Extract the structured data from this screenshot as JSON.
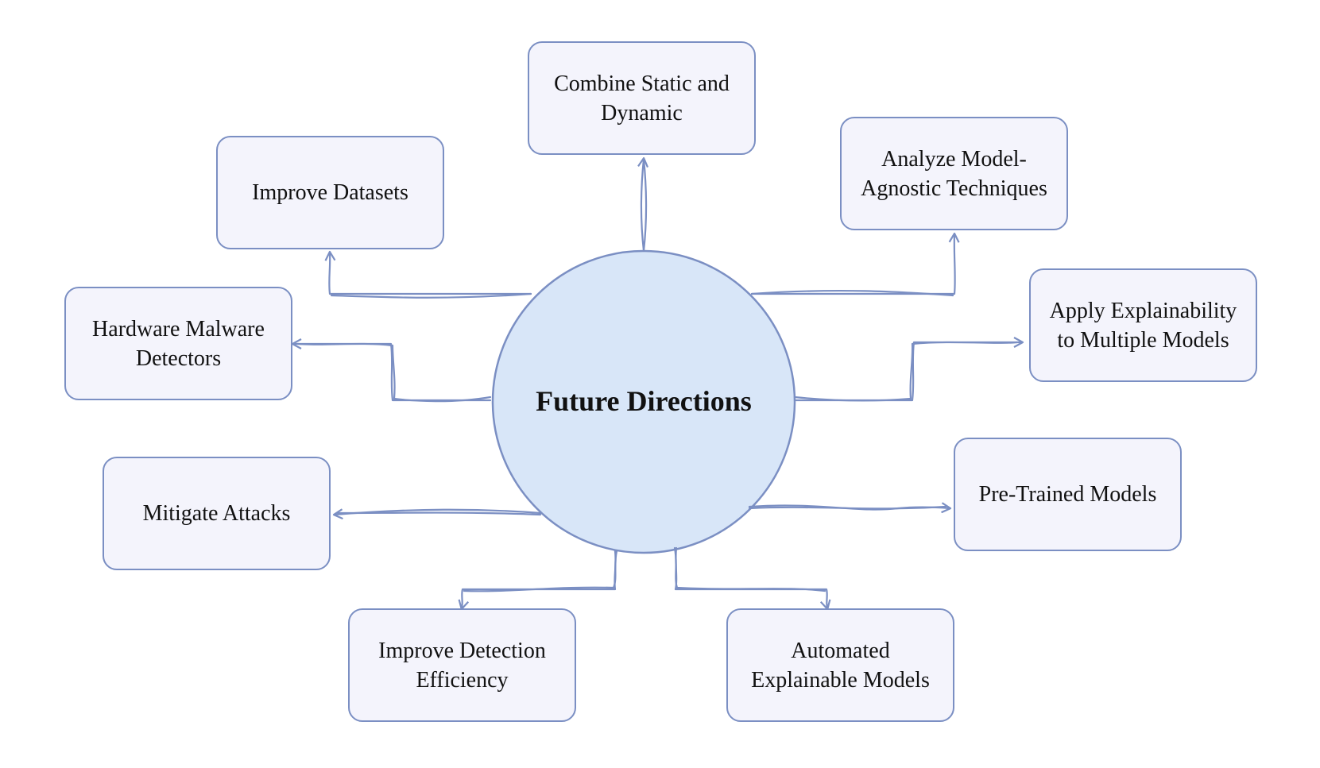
{
  "center": {
    "label": "Future Directions"
  },
  "nodes": {
    "combine_static_dynamic": "Combine Static and Dynamic",
    "improve_datasets": "Improve Datasets",
    "analyze_model_agnostic": "Analyze Model-Agnostic Techniques",
    "hardware_malware_detectors": "Hardware Malware Detectors",
    "apply_explainability": "Apply Explainability to Multiple Models",
    "mitigate_attacks": "Mitigate Attacks",
    "pre_trained_models": "Pre-Trained Models",
    "improve_detection_efficiency": "Improve Detection Efficiency",
    "automated_explainable_models": "Automated Explainable Models"
  },
  "colors": {
    "stroke": "#7b8fc3",
    "box_fill": "#f4f4fc",
    "circle_fill": "#d8e6f8",
    "text": "#111111"
  }
}
